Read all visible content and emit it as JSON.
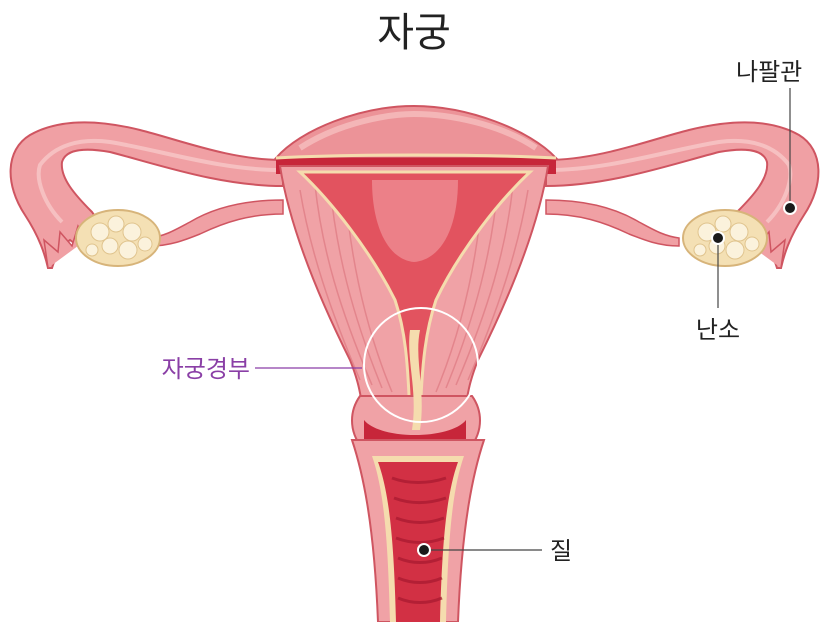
{
  "title": "자궁",
  "labels": {
    "fallopian_tube": "나팔관",
    "ovary": "난소",
    "cervix": "자궁경부",
    "vagina": "질"
  },
  "colors": {
    "cervix_label": "#8a3fa6",
    "text": "#222222",
    "leader_line": "#444444",
    "tissue_light": "#f2a3a3",
    "tissue_mid": "#e8838a",
    "tissue_dark": "#c7263a",
    "lining": "#f5dcae",
    "ovary": "#f4e8c8"
  }
}
